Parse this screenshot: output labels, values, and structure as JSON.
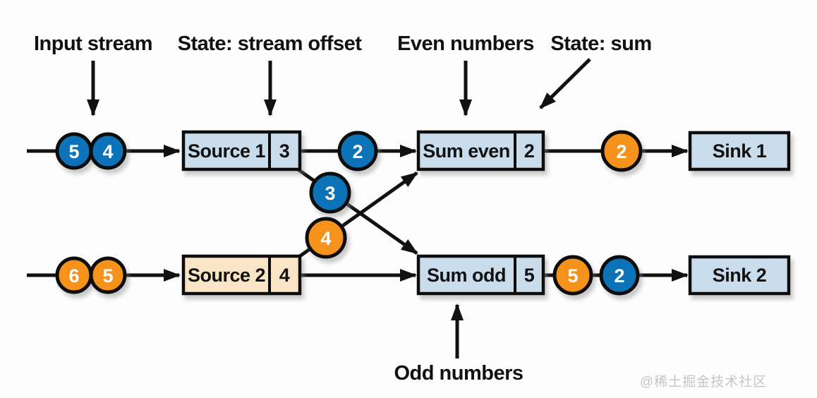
{
  "colors": {
    "blue": "#1173b8",
    "orange": "#f5921f",
    "light_blue_box": "#c9dcec",
    "peach_box": "#f9e5c6",
    "line": "#111111",
    "watermark_gray": "#c6c6c6"
  },
  "annotations": {
    "input_stream": "Input stream",
    "state_stream_offset": "State: stream offset",
    "even_numbers": "Even numbers",
    "state_sum": "State: sum",
    "odd_numbers": "Odd numbers"
  },
  "nodes": {
    "source1": {
      "label": "Source 1",
      "state": "3"
    },
    "source2": {
      "label": "Source 2",
      "state": "4"
    },
    "sum_even": {
      "label": "Sum even",
      "state": "2"
    },
    "sum_odd": {
      "label": "Sum odd",
      "state": "5"
    },
    "sink1": {
      "label": "Sink 1"
    },
    "sink2": {
      "label": "Sink 2"
    }
  },
  "tokens": {
    "input1": [
      "5",
      "4"
    ],
    "input2": [
      "6",
      "5"
    ],
    "even_to_sum": "2",
    "cross_to_odd": "3",
    "cross_to_even": "4",
    "even_out": "2",
    "odd_out": [
      "5",
      "2"
    ]
  },
  "watermark": "@稀土掘金技术社区"
}
